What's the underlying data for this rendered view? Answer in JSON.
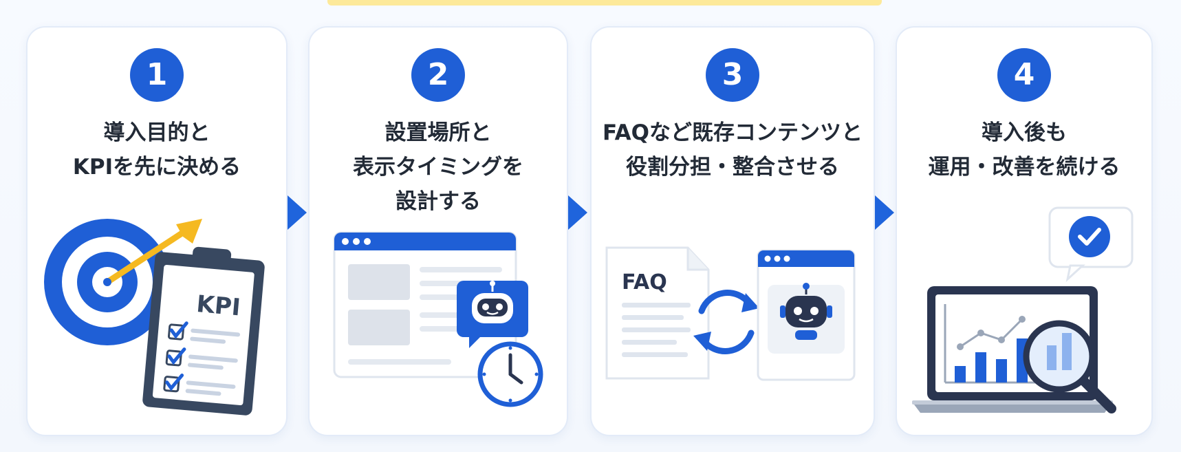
{
  "steps": [
    {
      "number": "1",
      "title_lines": [
        "導入目的と",
        "KPIを先に決める"
      ],
      "illustration_label": "KPI"
    },
    {
      "number": "2",
      "title_lines": [
        "設置場所と",
        "表示タイミングを",
        "設計する"
      ]
    },
    {
      "number": "3",
      "title_lines": [
        "FAQなど既存コンテンツと",
        "役割分担・整合させる"
      ],
      "illustration_label": "FAQ"
    },
    {
      "number": "4",
      "title_lines": [
        "導入後も",
        "運用・改善を続ける"
      ]
    }
  ],
  "colors": {
    "primary": "#1f5fd6",
    "arrow": "#1f64dc",
    "accent_yellow": "#f5b921",
    "title_text": "#222a36",
    "card_border": "#e3ebf8",
    "band": "#fde99a"
  },
  "icons": [
    "target-icon",
    "clipboard-icon",
    "browser-window-icon",
    "chatbot-icon",
    "clock-icon",
    "faq-document-icon",
    "sync-icon",
    "laptop-chart-icon",
    "magnifier-icon",
    "check-icon"
  ]
}
